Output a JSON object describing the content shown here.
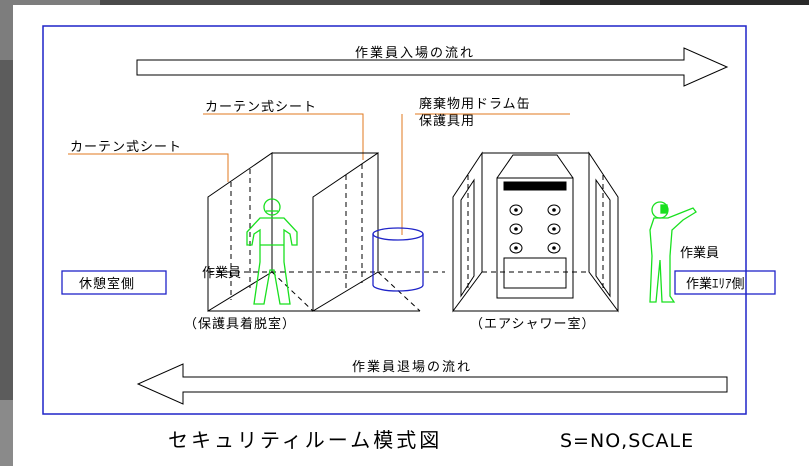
{
  "diagram": {
    "title": "セキュリティルーム模式図",
    "scale_label": "S=NO,SCALE",
    "flows": {
      "entry": "作業員入場の流れ",
      "exit": "作業員退場の流れ"
    },
    "labels": {
      "curtain_sheet_upper": "カーテン式シート",
      "curtain_sheet_left": "カーテン式シート",
      "drum_line1": "廃棄物用ドラム缶",
      "drum_line2": "保護具用",
      "worker_left": "作業員",
      "worker_right": "作業員",
      "changing_room": "（保護具着脱室）",
      "air_shower": "（エアシャワー室）"
    },
    "boxes": {
      "rest_room_side": "休憩室側",
      "work_area_side": "作業ｴﾘｱ側"
    },
    "colors": {
      "frame": "#1f24c8",
      "leader": "#e07a1f",
      "figure": "#19e01f",
      "drum": "#1f24c8",
      "walls": "#000000"
    }
  }
}
